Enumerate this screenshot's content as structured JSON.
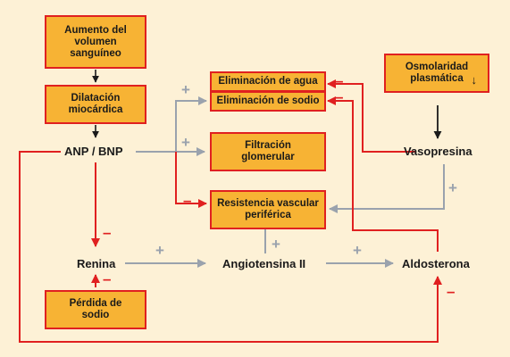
{
  "boxes": {
    "volumen": "Aumento del\nvolumen\nsanguíneo",
    "dilatacion": "Dilatación\nmiocárdica",
    "eliminacion_agua": "Eliminación de agua",
    "eliminacion_sodio": "Eliminación de sodio",
    "filtracion": "Filtración\nglomerular",
    "resistencia": "Resistencia vascular\nperiférica",
    "osmolaridad": "Osmolaridad\nplasmática",
    "osmolaridad_arrow": "↓",
    "perdida_sodio": "Pérdida de\nsodio"
  },
  "labels": {
    "anp_bnp": "ANP / BNP",
    "vasopresina": "Vasopresina",
    "renina": "Renina",
    "angiotensina": "Angiotensina II",
    "aldosterona": "Aldosterona"
  },
  "signs": {
    "plus": "+",
    "minus": "–"
  },
  "colors": {
    "background": "#fdf1d6",
    "box_fill": "#f7b334",
    "inhibit": "#e02020",
    "stimulate": "#9aa2ad",
    "neutral": "#1a1a1a"
  }
}
